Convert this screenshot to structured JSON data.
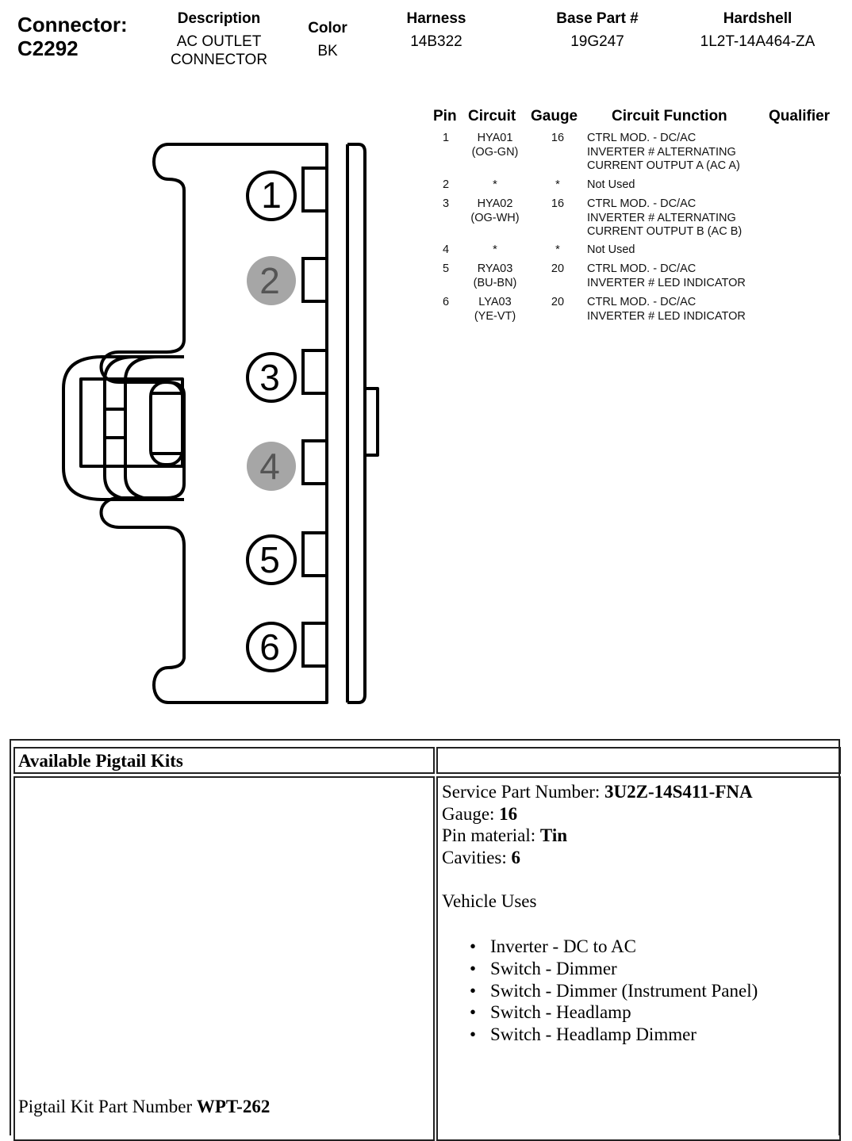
{
  "connector": {
    "label": "Connector:",
    "id": "C2292"
  },
  "header": {
    "description_label": "Description",
    "description_value_line1": "AC OUTLET",
    "description_value_line2": "CONNECTOR",
    "color_label": "Color",
    "color_value": "BK",
    "harness_label": "Harness",
    "harness_value": "14B322",
    "base_part_label": "Base Part #",
    "base_part_value": "19G247",
    "hardshell_label": "Hardshell",
    "hardshell_value": "1L2T-14A464-ZA"
  },
  "pin_table": {
    "headers": [
      "Pin",
      "Circuit",
      "Gauge",
      "Circuit Function",
      "Qualifier"
    ],
    "rows": [
      {
        "pin": "1",
        "circuit": "HYA01",
        "color": "(OG-GN)",
        "gauge": "16",
        "function": [
          "CTRL MOD. - DC/AC",
          "INVERTER # ALTERNATING",
          "CURRENT OUTPUT A (AC A)"
        ]
      },
      {
        "pin": "2",
        "circuit": "*",
        "color": "",
        "gauge": "*",
        "function": [
          "Not Used"
        ]
      },
      {
        "pin": "3",
        "circuit": "HYA02",
        "color": "(OG-WH)",
        "gauge": "16",
        "function": [
          "CTRL MOD. - DC/AC",
          "INVERTER # ALTERNATING",
          "CURRENT OUTPUT B (AC B)"
        ]
      },
      {
        "pin": "4",
        "circuit": "*",
        "color": "",
        "gauge": "*",
        "function": [
          "Not Used"
        ]
      },
      {
        "pin": "5",
        "circuit": "RYA03",
        "color": "(BU-BN)",
        "gauge": "20",
        "function": [
          "CTRL MOD. - DC/AC",
          "INVERTER # LED INDICATOR"
        ]
      },
      {
        "pin": "6",
        "circuit": "LYA03",
        "color": "(YE-VT)",
        "gauge": "20",
        "function": [
          "CTRL MOD. - DC/AC",
          "INVERTER # LED INDICATOR"
        ]
      }
    ]
  },
  "diagram": {
    "pins": [
      {
        "label": "1",
        "used": true
      },
      {
        "label": "2",
        "used": false
      },
      {
        "label": "3",
        "used": true
      },
      {
        "label": "4",
        "used": false
      },
      {
        "label": "5",
        "used": true
      },
      {
        "label": "6",
        "used": true
      }
    ],
    "used_fill": "#ffffff",
    "unused_fill": "#a6a6a6",
    "unused_text": "#555555"
  },
  "kit": {
    "title": "Available Pigtail Kits",
    "service_part_label": "Service Part Number: ",
    "service_part_value": "3U2Z-14S411-FNA",
    "gauge_label": "Gauge: ",
    "gauge_value": "16",
    "pin_material_label": "Pin material: ",
    "pin_material_value": "Tin",
    "cavities_label": "Cavities: ",
    "cavities_value": "6",
    "vehicle_uses_label": "Vehicle Uses",
    "vehicle_uses": [
      "Inverter - DC to AC",
      "Switch - Dimmer",
      "Switch - Dimmer (Instrument Panel)",
      "Switch - Headlamp",
      "Switch - Headlamp Dimmer"
    ],
    "pigtail_part_label": "Pigtail Kit Part Number ",
    "pigtail_part_value": "WPT-262"
  }
}
